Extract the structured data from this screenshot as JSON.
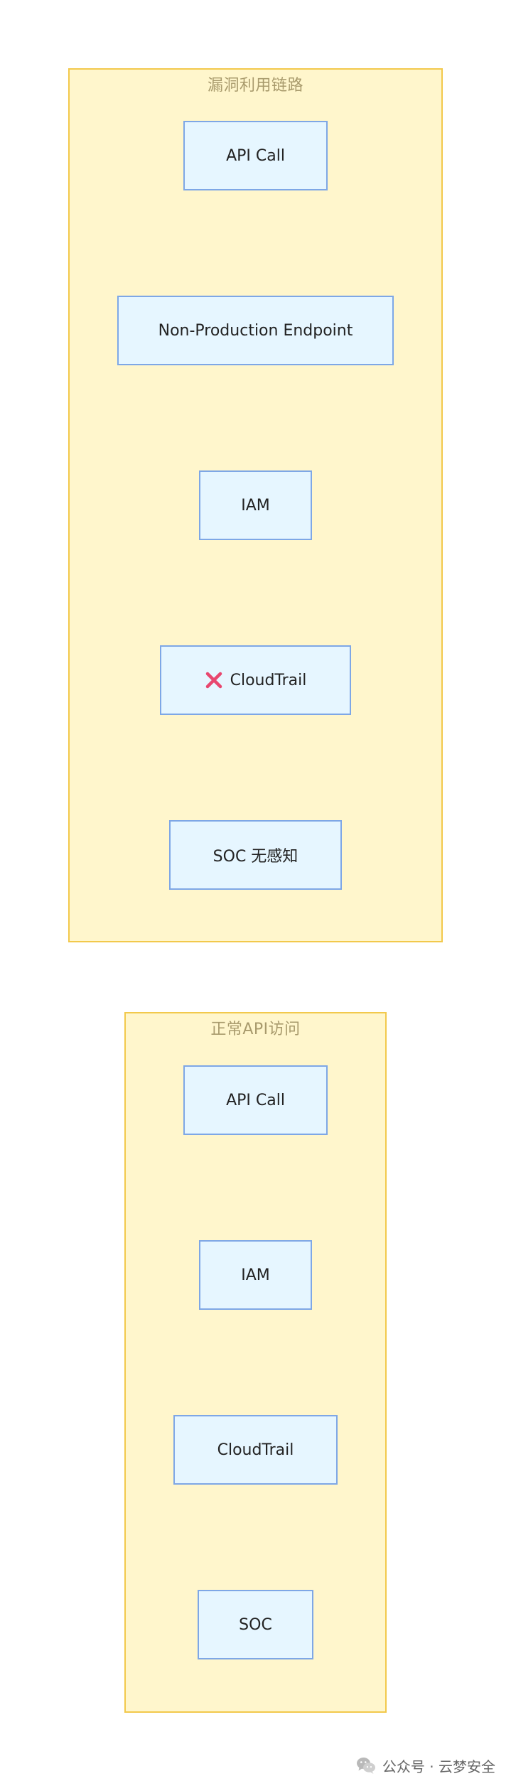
{
  "diagram": {
    "clusters": [
      {
        "title": "漏洞利用链路",
        "nodes": [
          {
            "label": "API Call"
          },
          {
            "label": "Non-Production Endpoint"
          },
          {
            "label": "IAM"
          },
          {
            "label": "CloudTrail",
            "icon": "x-icon"
          },
          {
            "label": "SOC 无感知"
          }
        ]
      },
      {
        "title": "正常API访问",
        "nodes": [
          {
            "label": "API Call"
          },
          {
            "label": "IAM"
          },
          {
            "label": "CloudTrail"
          },
          {
            "label": "SOC"
          }
        ]
      }
    ],
    "colors": {
      "cluster_fill": "#fff6cc",
      "cluster_border": "#f2c94c",
      "node_fill": "#e6f6ff",
      "node_border": "#7ea7e6",
      "edge": "#999999",
      "x_icon": "#e8476f"
    }
  },
  "footer": {
    "text": "公众号 · 云梦安全",
    "icon": "wechat-icon"
  }
}
